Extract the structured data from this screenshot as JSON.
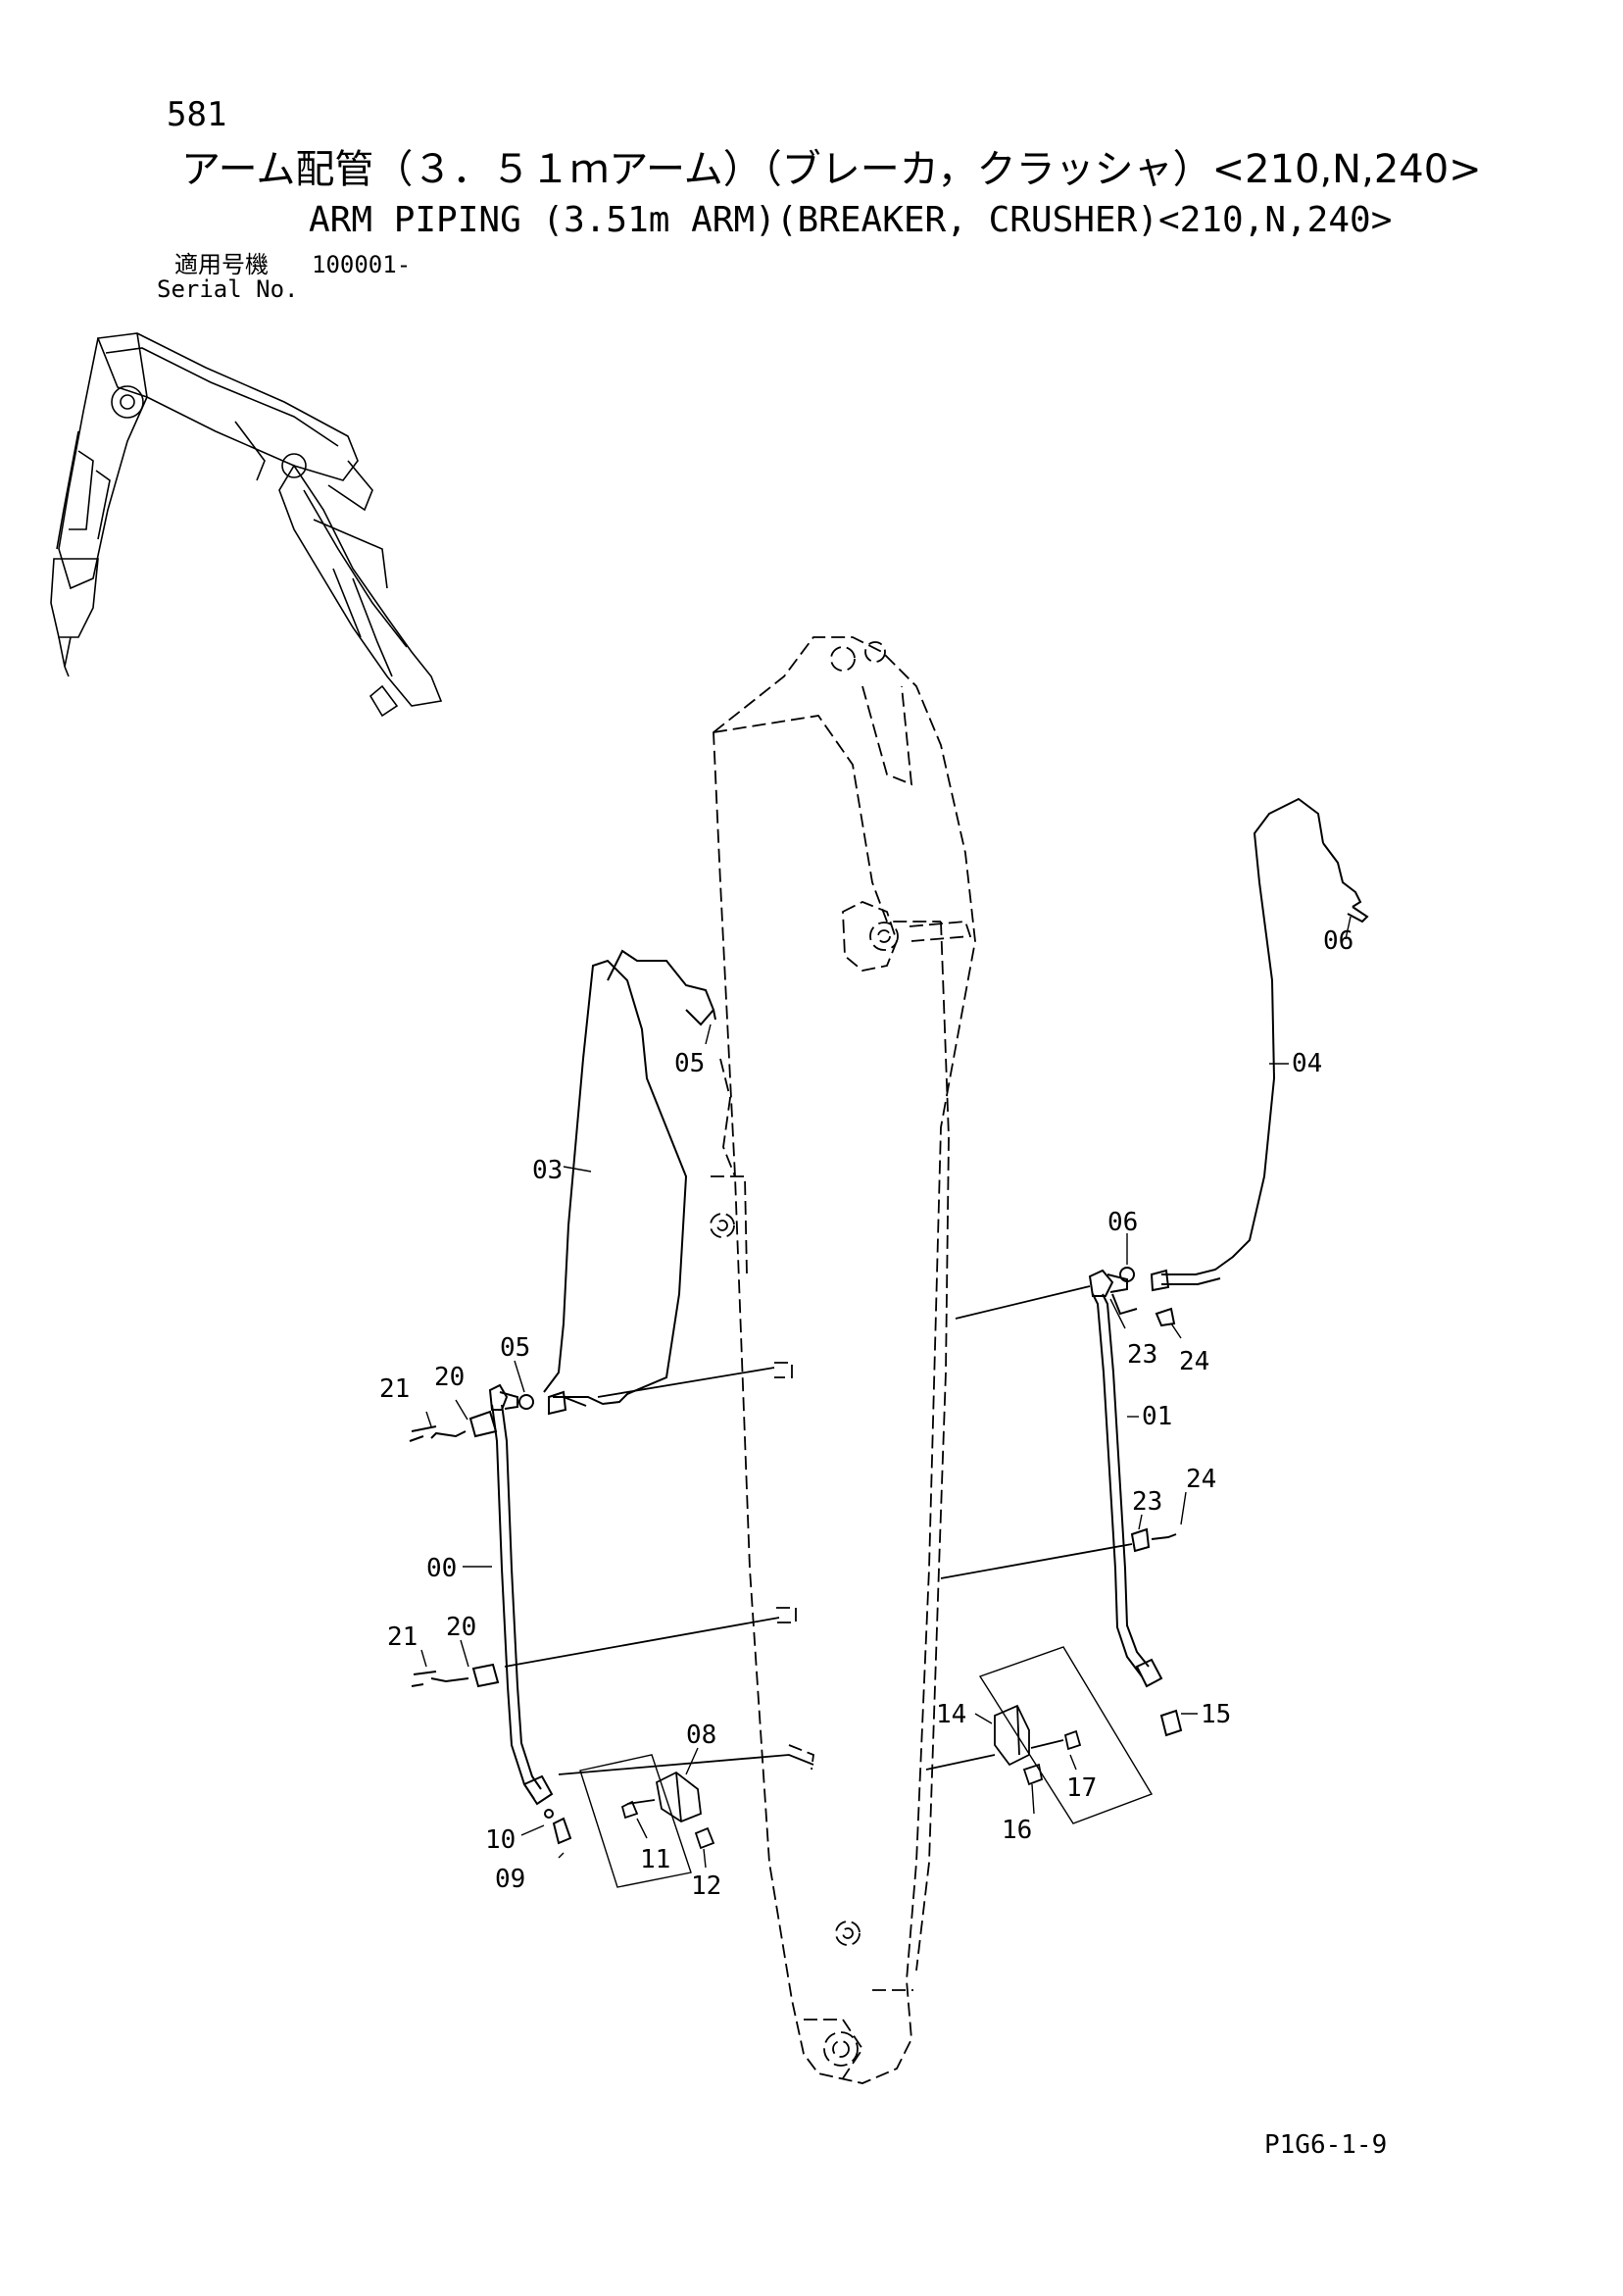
{
  "header": {
    "page_number": "581",
    "title_ja": "アーム配管（３．５１ｍアーム）（ブレーカ，クラッシャ）<210,N,240>",
    "title_en": "ARM PIPING (3.51m ARM)(BREAKER, CRUSHER)<210,N,240>",
    "serial_label_ja": "適用号機",
    "serial_value": "100001-",
    "serial_label_en": "Serial No."
  },
  "footer": {
    "sheet_code": "P1G6-1-9"
  },
  "callouts": [
    {
      "id": "c06a",
      "label": "06"
    },
    {
      "id": "c05a",
      "label": "05"
    },
    {
      "id": "c04",
      "label": "04"
    },
    {
      "id": "c03",
      "label": "03"
    },
    {
      "id": "c06b",
      "label": "06"
    },
    {
      "id": "c05b",
      "label": "05"
    },
    {
      "id": "c23a",
      "label": "23"
    },
    {
      "id": "c24a",
      "label": "24"
    },
    {
      "id": "c21a",
      "label": "21"
    },
    {
      "id": "c20a",
      "label": "20"
    },
    {
      "id": "c01",
      "label": "01"
    },
    {
      "id": "c23b",
      "label": "23"
    },
    {
      "id": "c24b",
      "label": "24"
    },
    {
      "id": "c00",
      "label": "00"
    },
    {
      "id": "c21b",
      "label": "21"
    },
    {
      "id": "c20b",
      "label": "20"
    },
    {
      "id": "c15",
      "label": "15"
    },
    {
      "id": "c14",
      "label": "14"
    },
    {
      "id": "c08",
      "label": "08"
    },
    {
      "id": "c17",
      "label": "17"
    },
    {
      "id": "c16",
      "label": "16"
    },
    {
      "id": "c10",
      "label": "10"
    },
    {
      "id": "c11",
      "label": "11"
    },
    {
      "id": "c09",
      "label": "09"
    },
    {
      "id": "c12",
      "label": "12"
    }
  ]
}
